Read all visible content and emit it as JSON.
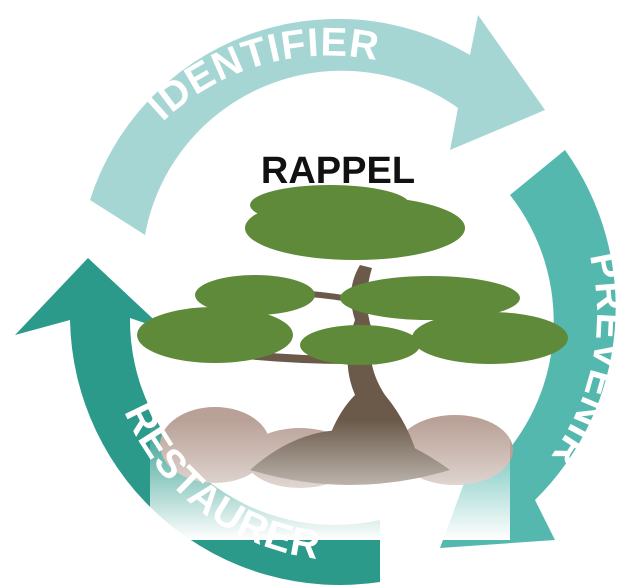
{
  "title": "RAPPEL",
  "steps": [
    {
      "label": "IDENTIFIER",
      "color": "#a6d6d3"
    },
    {
      "label": "PRÉVENIR",
      "color": "#55b8ae"
    },
    {
      "label": "RESTAURER",
      "color": "#2b9a8a"
    }
  ],
  "illustration": {
    "name": "bonsai-tree",
    "foliage_color": "#5f8a3a",
    "trunk_color": "#6b5a4a",
    "rock_color": "#b9a197"
  }
}
